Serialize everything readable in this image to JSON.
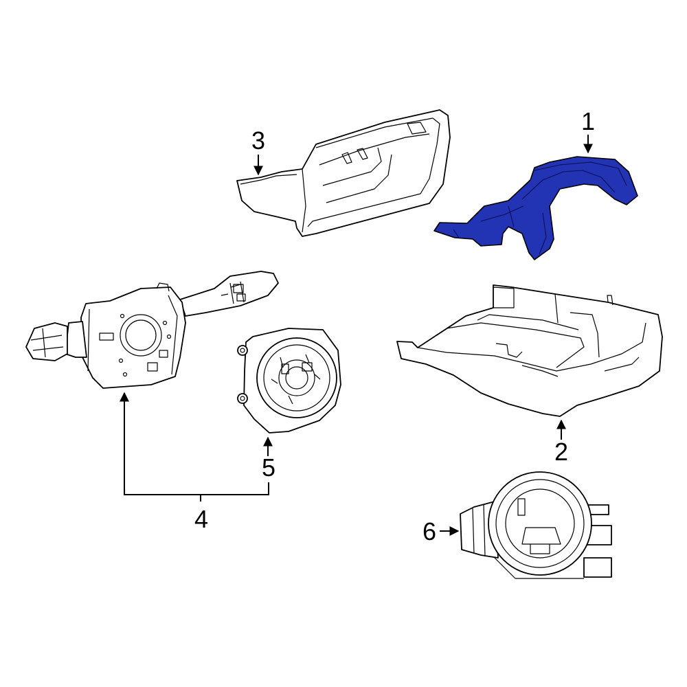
{
  "callouts": {
    "c1": "1",
    "c2": "2",
    "c3": "3",
    "c4": "4",
    "c5": "5",
    "c6": "6"
  },
  "highlight_color": "#2233b3",
  "highlighted_part": "1"
}
